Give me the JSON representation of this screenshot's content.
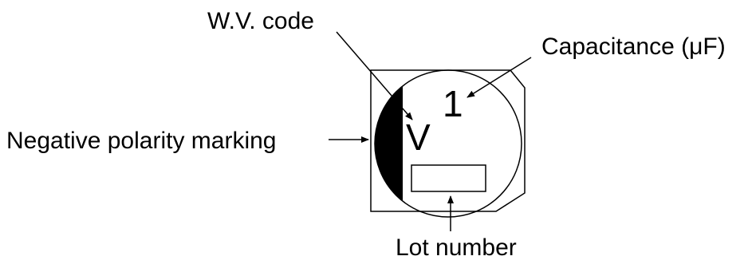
{
  "callouts": {
    "wv_code": "W.V. code",
    "capacitance": "Capacitance (μF)",
    "negative_polarity": "Negative polarity marking",
    "lot_number": "Lot number"
  },
  "markings": {
    "capacitance_value": "1",
    "voltage_code": "V"
  }
}
